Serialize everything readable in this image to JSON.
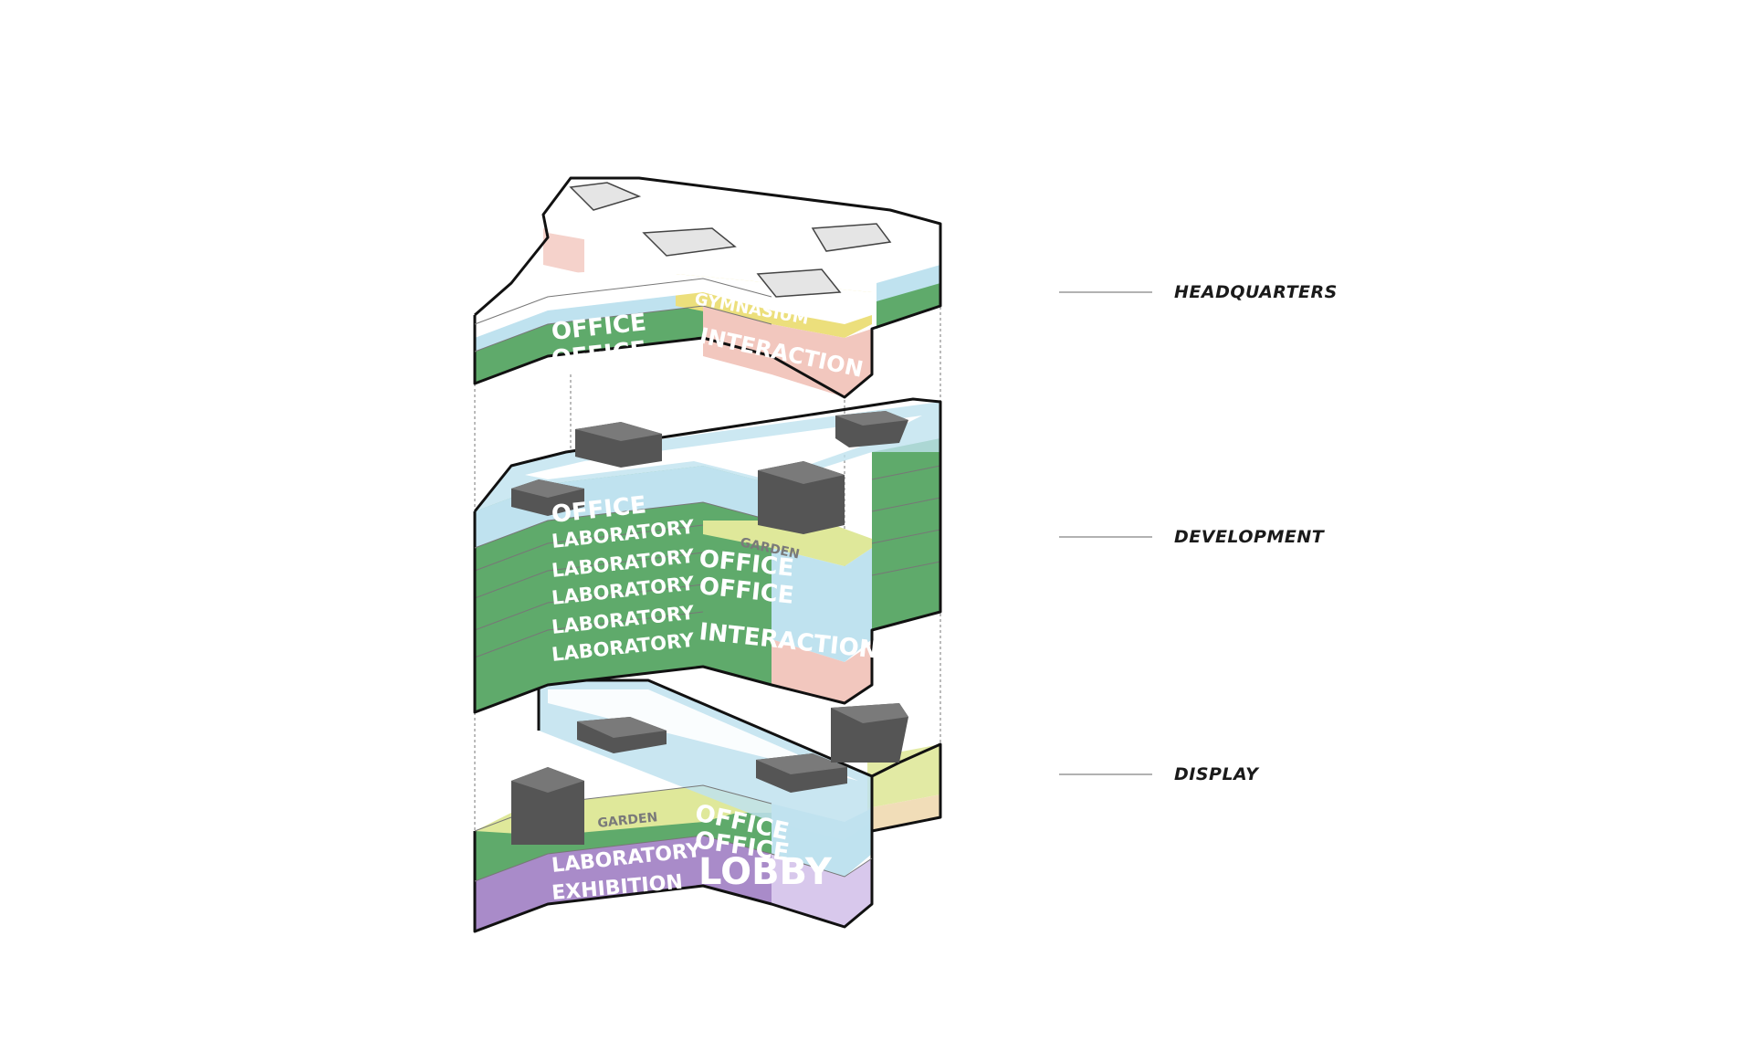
{
  "zones": [
    {
      "label": "HEADQUARTERS"
    },
    {
      "label": "DEVELOPMENT"
    },
    {
      "label": "DISPLAY"
    }
  ],
  "headquarters": {
    "programs": [
      "GYMNASIUM",
      "OFFICE",
      "OFFICE",
      "INTERACTION"
    ]
  },
  "development": {
    "programs": [
      "OFFICE",
      "LABORATORY",
      "GARDEN",
      "LABORATORY",
      "OFFICE",
      "LABORATORY",
      "OFFICE",
      "LABORATORY",
      "INTERACTION",
      "LABORATORY"
    ]
  },
  "display": {
    "programs": [
      "OFFICE",
      "OFFICE",
      "GARDEN",
      "LABORATORY",
      "EXHIBITION",
      "LOBBY"
    ]
  },
  "colors": {
    "office": "#bfe2ef",
    "laboratory": "#5faa6b",
    "gymnasium": "#ecdf7c",
    "interaction": "#f2c7be",
    "garden": "#dfe89a",
    "exhibition": "#a98bc9",
    "lobby": "#d8c8ec",
    "roof_box": "#555555"
  }
}
